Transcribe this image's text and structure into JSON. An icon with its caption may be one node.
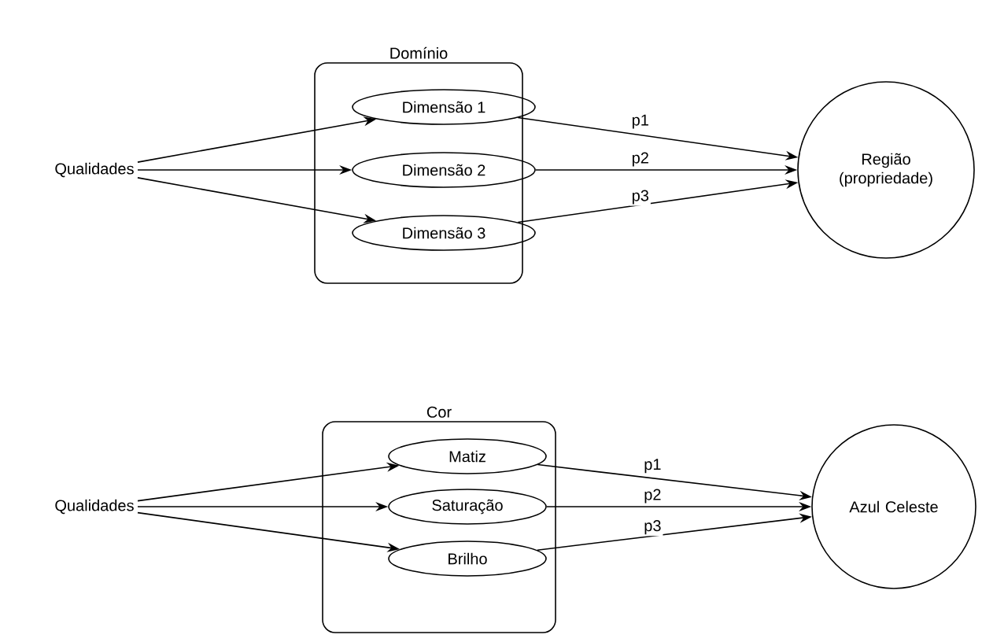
{
  "diagram": {
    "nodes": [
      {
        "text": [
          "Domínio"
        ]
      },
      {
        "text": [
          "Qualidades"
        ]
      },
      {
        "text": [
          "Dimensão 1"
        ],
        "in": 0
      },
      {
        "text": [
          "Dimensão 2"
        ],
        "in": 0
      },
      {
        "text": [
          "Dimensão 3"
        ],
        "in": 0
      },
      {
        "text": [
          "Região (propriedade)"
        ]
      },
      {
        "text": [
          "Cor"
        ]
      },
      {
        "text": [
          "Qualidades"
        ]
      },
      {
        "text": [
          "Matiz"
        ],
        "in": 6
      },
      {
        "text": [
          "Saturação"
        ],
        "in": 6
      },
      {
        "text": [
          "Brilho"
        ],
        "in": 6
      },
      {
        "text": [
          "Azul Celeste"
        ]
      }
    ],
    "edges": [
      {
        "from": 1,
        "to": 2,
        "arrow": "to"
      },
      {
        "from": 1,
        "to": 3,
        "arrow": "to"
      },
      {
        "from": 1,
        "to": 4,
        "arrow": "to"
      },
      {
        "from": 2,
        "to": 5,
        "arrow": "to",
        "label": "p1"
      },
      {
        "from": 3,
        "to": 5,
        "arrow": "to",
        "label": "p2"
      },
      {
        "from": 4,
        "to": 5,
        "arrow": "to",
        "label": "p3"
      },
      {
        "from": 7,
        "to": 8,
        "arrow": "to"
      },
      {
        "from": 7,
        "to": 9,
        "arrow": "to"
      },
      {
        "from": 7,
        "to": 10,
        "arrow": "to"
      },
      {
        "from": 8,
        "to": 11,
        "arrow": "to",
        "label": "p1"
      },
      {
        "from": 9,
        "to": 11,
        "arrow": "to",
        "label": "p2"
      },
      {
        "from": 10,
        "to": 11,
        "arrow": "to",
        "label": "p3"
      }
    ]
  }
}
